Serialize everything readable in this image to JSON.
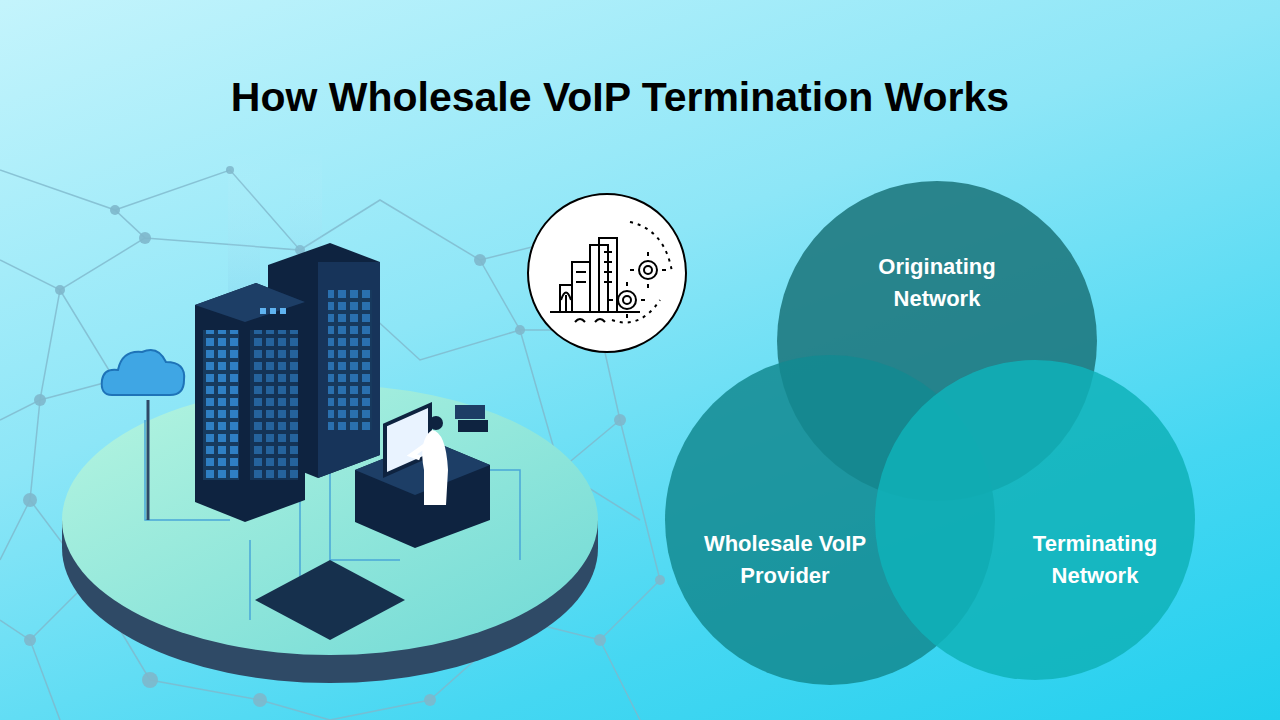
{
  "diagram": {
    "title": "How Wholesale VoIP Termination Works",
    "nodes": [
      {
        "text": [
          "Originating Network"
        ]
      },
      {
        "text": [
          "Wholesale VoIP Provider"
        ]
      },
      {
        "text": [
          "Terminating Network"
        ]
      }
    ]
  }
}
